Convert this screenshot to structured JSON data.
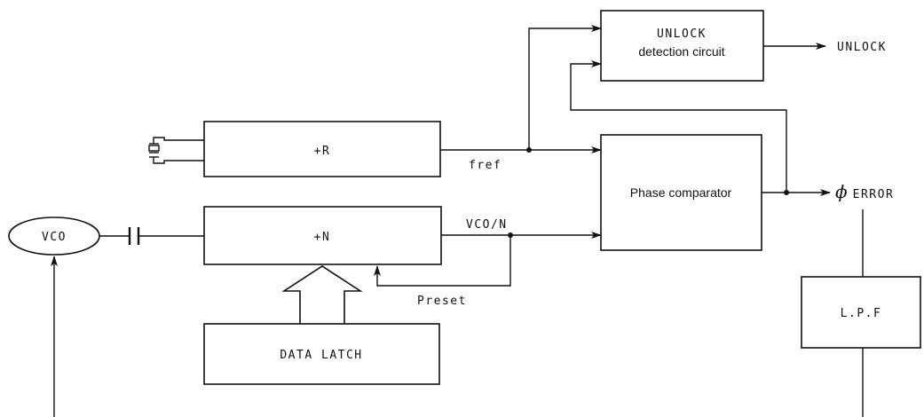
{
  "blocks": {
    "unlock_detect": {
      "line1": "UNLOCK",
      "line2": "detection circuit"
    },
    "div_r": "+R",
    "div_n": "+N",
    "phase_comp": "Phase comparator",
    "data_latch": "DATA LATCH",
    "lpf": "L.P.F",
    "vco": "VCO"
  },
  "signals": {
    "unlock_out": "UNLOCK",
    "fref": "fref",
    "vco_n": "VCO/N",
    "preset": "Preset",
    "phase_error_symbol": "ϕ",
    "phase_error_text": "ERROR"
  }
}
